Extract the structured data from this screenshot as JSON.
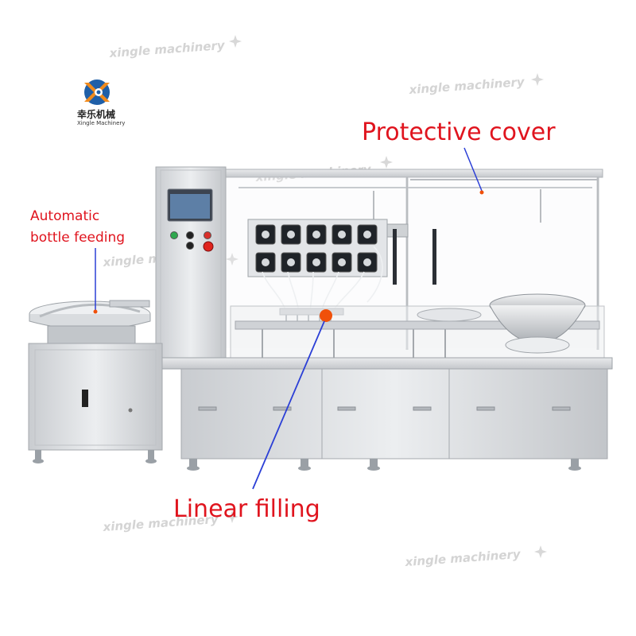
{
  "logo": {
    "name_cn": "幸乐机械",
    "name_en": "Xingle Machinery",
    "colors": {
      "blue": "#1f5fa8",
      "orange": "#f08a1c"
    }
  },
  "watermark": {
    "text": "xingle machinery"
  },
  "callouts": {
    "protective_cover": "Protective cover",
    "automatic_bottle_feeding_line1": "Automatic",
    "automatic_bottle_feeding_line2": "bottle feeding",
    "linear_filling": "Linear filling"
  },
  "colors": {
    "callout_text": "#e0141e",
    "leader_line": "#2b3fd6",
    "marker_dot": "#f0500a",
    "steel": "#d3d5d8"
  },
  "machine": {
    "pump_heads": 10,
    "hmi_buttons": 5
  }
}
